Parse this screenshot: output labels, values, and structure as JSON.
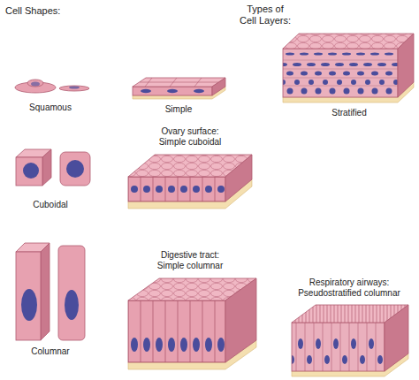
{
  "diagram": {
    "labels": [
      "Cell Shapes:",
      "Types of Cell Layers:",
      "Squamous",
      "Simple",
      "Stratified",
      "Ovary surface: Simple cuboidal",
      "Cuboidal",
      "Digestive tract: Simple columnar",
      "Columnar",
      "Respiratory airways: Pseudostratified columnar"
    ]
  }
}
